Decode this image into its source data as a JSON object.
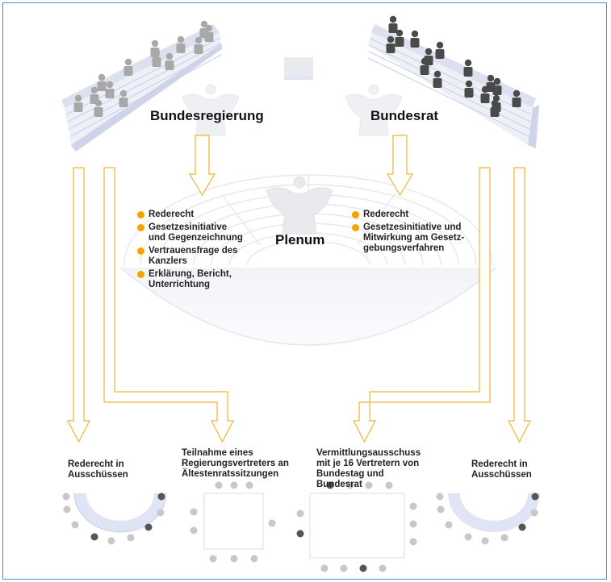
{
  "colors": {
    "accent_orange": "#f4a300",
    "arrow_outline": "#f2b431",
    "frame_blue": "#4a90d9",
    "bank_light": "#eef0f7",
    "gov_person": "#a8a8a8",
    "council_person": "#4a4a4a"
  },
  "bodies": {
    "government": "Bundesregierung",
    "council": "Bundesrat",
    "plenum": "Plenum"
  },
  "government_rights": [
    "Rederecht",
    "Gesetzesinitiative und Gegenzeichnung",
    "Vertrauensfrage des Kanzlers",
    "Erklärung, Bericht, Unterrichtung"
  ],
  "council_rights": [
    "Rederecht",
    "Gesetzesinitiative und Mitwirkung am Gesetz-gebungsverfahren"
  ],
  "committees": {
    "left_speech": "Rederecht in Ausschüssen",
    "elders": "Teilnahme eines Regierungsvertreters an Ältestenratssitzungen",
    "mediation": "Vermittlungsausschuss mit je 16 Vertretern von Bundestag und Bundesrat",
    "right_speech": "Rederecht in Ausschüssen"
  }
}
